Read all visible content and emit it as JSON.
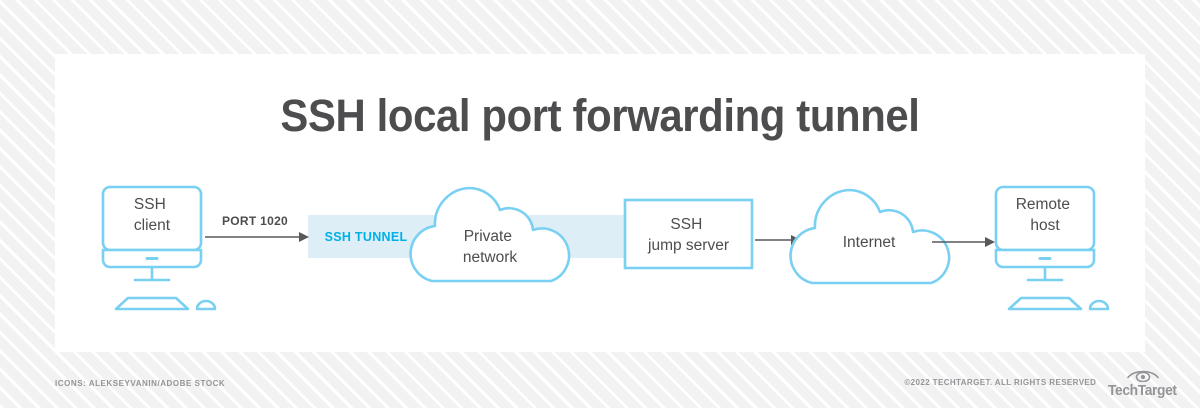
{
  "page": {
    "title": "SSH local port forwarding tunnel",
    "background_color": "#f2f2f2",
    "card_color": "#ffffff"
  },
  "colors": {
    "accent_blue": "#79d0f2",
    "tunnel_band": "#ddeef7",
    "tunnel_text": "#00b0e8",
    "text_dark": "#4d4d4f",
    "footer_gray": "#939598",
    "arrow_gray": "#58595b"
  },
  "diagram": {
    "type": "network-flow",
    "nodes": [
      {
        "id": "ssh-client",
        "shape": "desktop-computer",
        "label_line1": "SSH",
        "label_line2": "client"
      },
      {
        "id": "private-network",
        "shape": "cloud",
        "label_line1": "Private",
        "label_line2": "network"
      },
      {
        "id": "ssh-jump-server",
        "shape": "rectangle",
        "label_line1": "SSH",
        "label_line2": "jump server"
      },
      {
        "id": "internet",
        "shape": "cloud",
        "label_line1": "Internet",
        "label_line2": ""
      },
      {
        "id": "remote-host",
        "shape": "desktop-computer",
        "label_line1": "Remote",
        "label_line2": "host"
      }
    ],
    "connectors": [
      {
        "id": "client-to-tunnel",
        "label": "PORT 1020",
        "style": "arrow"
      },
      {
        "id": "jump-to-internet",
        "label": "",
        "style": "arrow"
      },
      {
        "id": "internet-to-remote",
        "label": "",
        "style": "arrow"
      }
    ],
    "tunnel": {
      "label": "SSH TUNNEL"
    }
  },
  "footer": {
    "icons_credit": "ICONS: ALEKSEYVANIN/ADOBE STOCK",
    "copyright": "©2022 TECHTARGET. ALL RIGHTS RESERVED",
    "logo_text": "TechTarget"
  }
}
